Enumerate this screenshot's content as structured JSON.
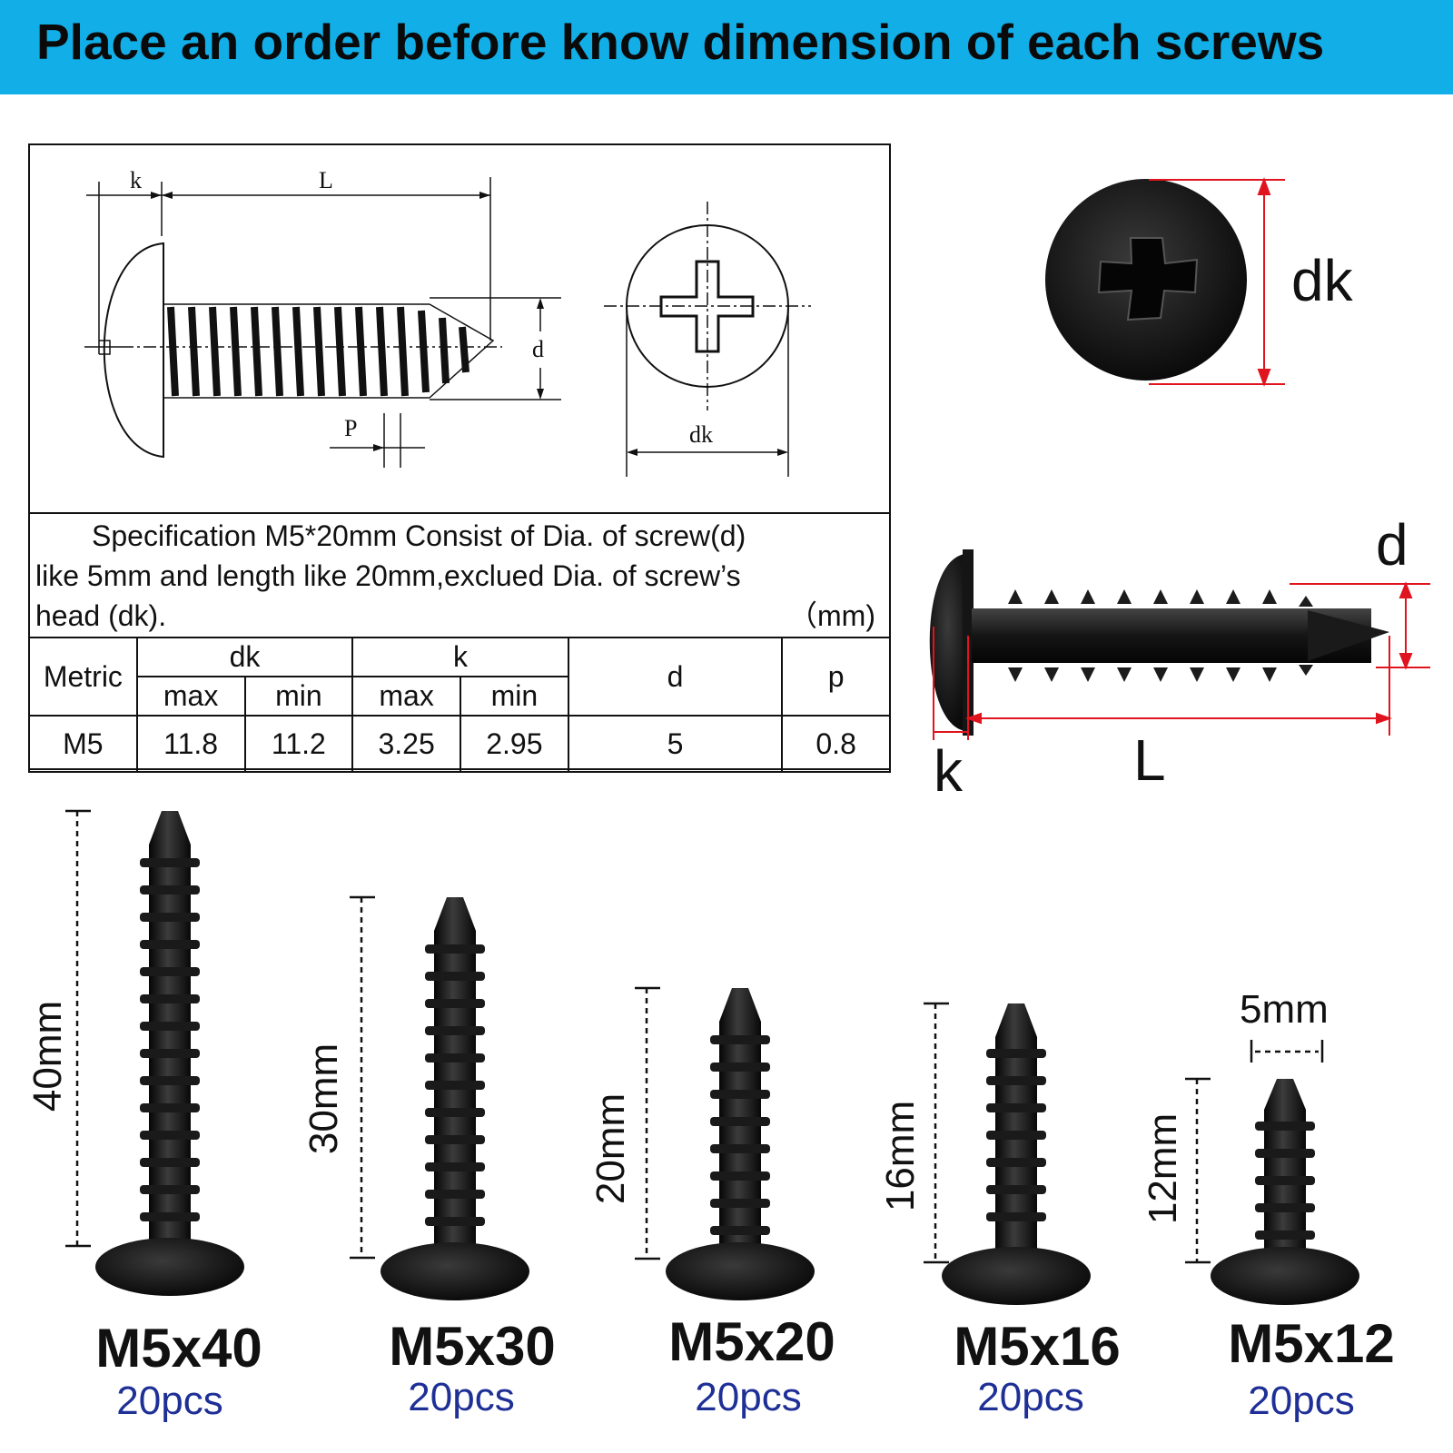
{
  "banner": {
    "title": "Place an order before know dimension of each screws",
    "color": "#12aee8"
  },
  "drawing": {
    "labels": {
      "k": "k",
      "L": "L",
      "d": "d",
      "P": "P",
      "dk": "dk"
    }
  },
  "spec": {
    "line1": "Specification M5*20mm Consist of Dia. of screw(d)",
    "line2": "like 5mm and length like 20mm,exclued Dia. of screw’s",
    "line3": "head (dk).",
    "unit": "（mm)"
  },
  "table": {
    "header": {
      "metric": "Metric",
      "dk": "dk",
      "k": "k",
      "d": "d",
      "p": "p",
      "max": "max",
      "min": "min"
    },
    "row": {
      "metric": "M5",
      "dk_max": "11.8",
      "dk_min": "11.2",
      "k_max": "3.25",
      "k_min": "2.95",
      "d": "5",
      "p": "0.8"
    }
  },
  "photo_labels": {
    "dk": "dk",
    "d": "d",
    "k": "k",
    "L": "L",
    "accent": "#e0141e"
  },
  "sizes": [
    {
      "name": "M5x40",
      "qty": "20pcs",
      "length": "40mm"
    },
    {
      "name": "M5x30",
      "qty": "20pcs",
      "length": "30mm"
    },
    {
      "name": "M5x20",
      "qty": "20pcs",
      "length": "20mm"
    },
    {
      "name": "M5x16",
      "qty": "20pcs",
      "length": "16mm"
    },
    {
      "name": "M5x12",
      "qty": "20pcs",
      "length": "12mm"
    }
  ],
  "diameter_label": "5mm"
}
